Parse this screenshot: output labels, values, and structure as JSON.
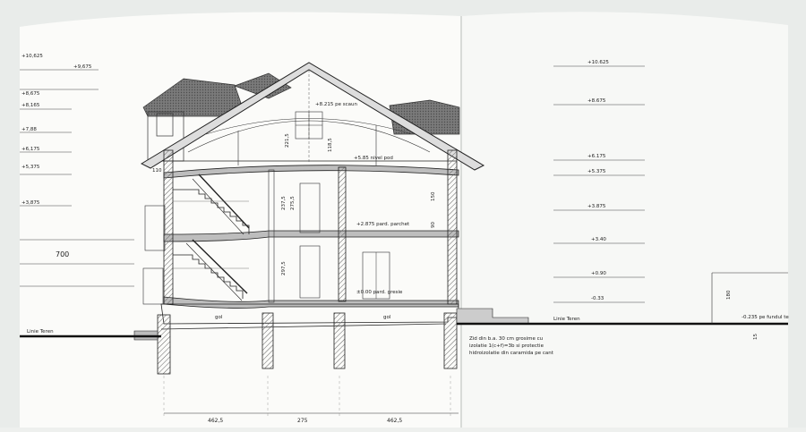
{
  "left_elevations": [
    "+10,625",
    "+9,675",
    "+8,675",
    "+8,165",
    "+7,88",
    "+6,175",
    "+5,375",
    "+3,875",
    "700"
  ],
  "right_elevations": [
    "+10.625",
    "+8.675",
    "+6.175",
    "+5.375",
    "+3.875",
    "+3.40",
    "+0.90",
    "-0.33"
  ],
  "annotations": {
    "roof_top": "+10.625",
    "attic_floor": "+8.215 pe scaun",
    "attic_joists": "+5.85 nivel pod",
    "upper_floor": "+2.875 pard. parchet",
    "ground_floor": "±0.00 pard. gresie",
    "cellar_left": "gol",
    "cellar_right": "gol",
    "terrain_left": "Linie Teren",
    "terrain_right": "Linie Teren",
    "foundation_level": "-0.235 pe fundul te",
    "wall_note_1": "Zid din b.a. 30 cm grosime cu",
    "wall_note_2": "izolatie 1(c+f)=3b si protectie",
    "wall_note_3": "hidroizolatie din caramida pe cant"
  },
  "dimensions": {
    "bottom": [
      "462,5",
      "275",
      "462,5"
    ],
    "vertical": [
      "237,5",
      "275,5",
      "297,5",
      "221,5",
      "150",
      "90",
      "110",
      "118,5",
      "15",
      "180"
    ]
  },
  "colors": {
    "line": "#1a1a1a",
    "concrete": "#9a9a9a",
    "roof": "#6f6f6f",
    "paper": "#fbfbf9"
  }
}
